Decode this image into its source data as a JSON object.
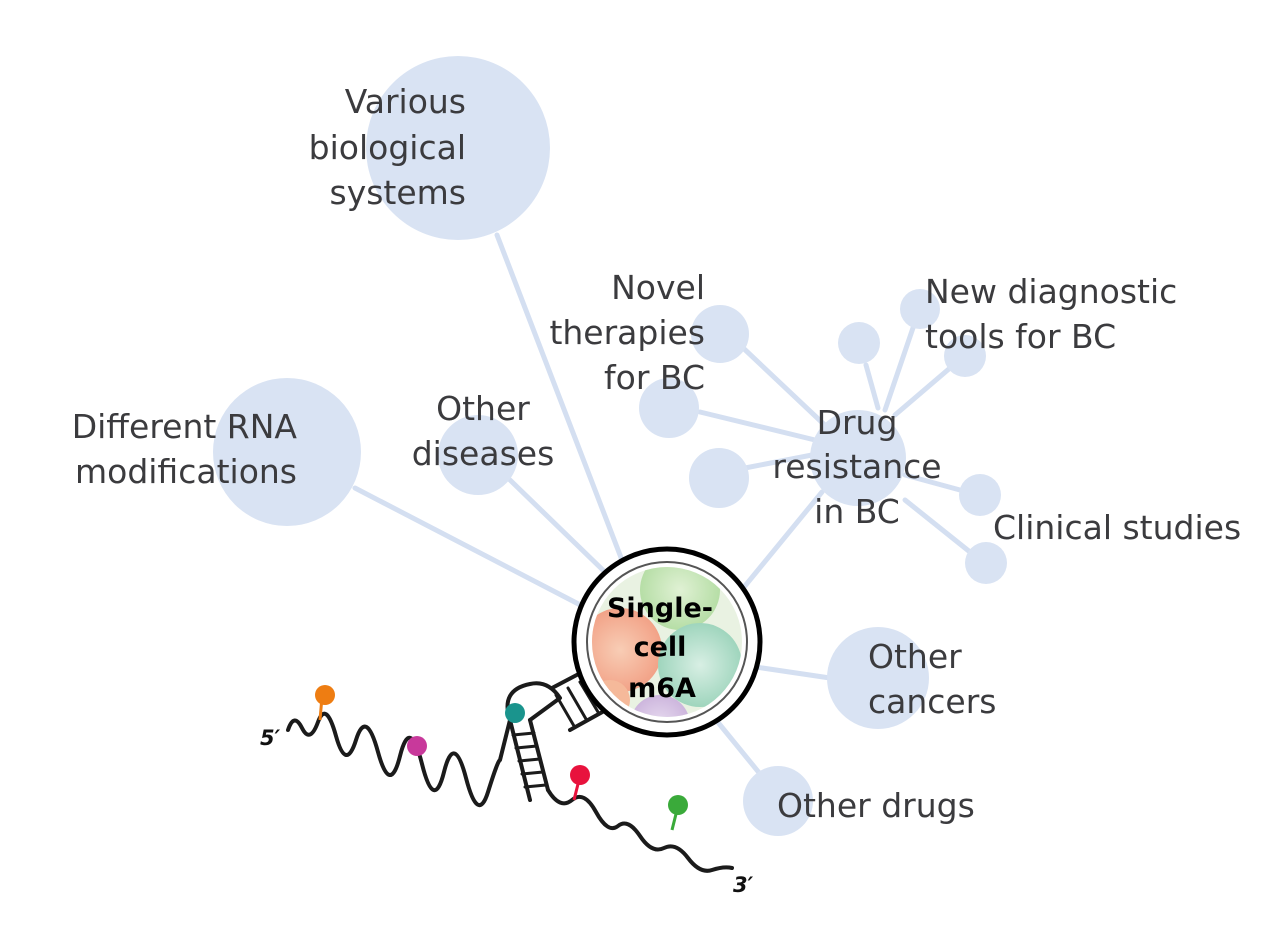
{
  "center": {
    "lines": [
      "Single-",
      "cell",
      "m6A"
    ]
  },
  "labels": {
    "various_biological_systems": [
      "Various",
      "biological",
      "systems"
    ],
    "novel_therapies": [
      "Novel",
      "therapies",
      "for BC"
    ],
    "new_diagnostic_tools": [
      "New diagnostic",
      "tools for BC"
    ],
    "different_rna_modifications": [
      "Different RNA",
      "modifications"
    ],
    "other_diseases": [
      "Other",
      "diseases"
    ],
    "drug_resistance": [
      "Drug",
      "resistance",
      "in BC"
    ],
    "clinical_studies": [
      "Clinical studies"
    ],
    "other_cancers": [
      "Other",
      "cancers"
    ],
    "other_drugs": [
      "Other drugs"
    ]
  },
  "rna_strand": {
    "five_prime": "5′",
    "three_prime": "3′"
  },
  "colors": {
    "bubble": "#d9e3f3",
    "connector": "#d4dff1",
    "text": "#3b3b3e",
    "mod_orange": "#ee7d12",
    "mod_magenta": "#c8399b",
    "mod_teal": "#1a948d",
    "mod_red": "#e8123d",
    "mod_green": "#3aaa3a"
  }
}
